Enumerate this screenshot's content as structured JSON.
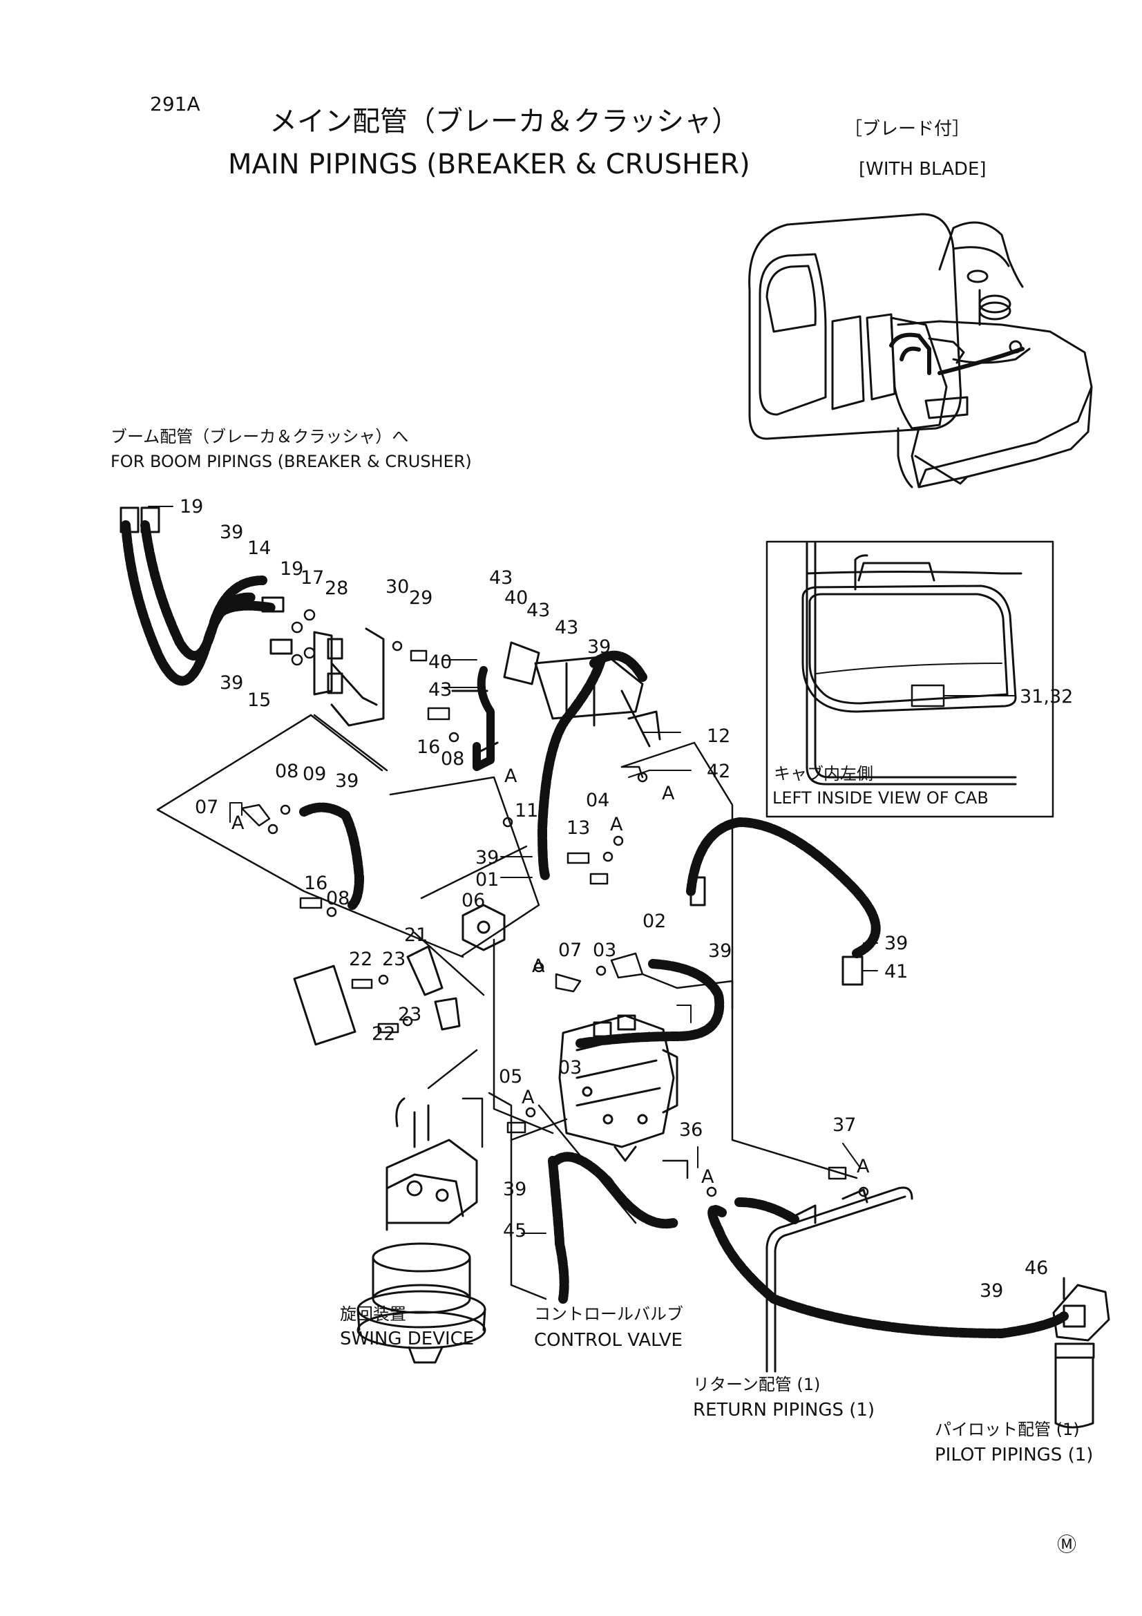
{
  "page": {
    "page_code": "291A",
    "title_jp": "メイン配管（ブレーカ＆クラッシャ）",
    "title_jp_suffix": "［ブレード付］",
    "title_en": "MAIN PIPINGS (BREAKER & CRUSHER)",
    "title_en_suffix": "[WITH BLADE]",
    "mark": "Ⓜ"
  },
  "labels": {
    "boom_jp": "ブーム配管（ブレーカ＆クラッシャ）へ",
    "boom_en": "FOR BOOM PIPINGS (BREAKER & CRUSHER)",
    "inset_jp": "キャブ内左側",
    "inset_en": "LEFT INSIDE VIEW OF CAB",
    "inset_ref": "31,32",
    "swing_jp": "旋回装置",
    "swing_en": "SWING DEVICE",
    "valve_jp": "コントロールバルブ",
    "valve_en": "CONTROL VALVE",
    "return_jp": "リターン配管 (1)",
    "return_en": "RETURN PIPINGS (1)",
    "pilot_jp": "パイロット配管 (1)",
    "pilot_en": "PILOT PIPINGS (1)",
    "connector": "A"
  },
  "callouts": [
    "19",
    "39",
    "14",
    "19",
    "17",
    "28",
    "30",
    "29",
    "39",
    "15",
    "16",
    "08",
    "43",
    "40",
    "43",
    "43",
    "40",
    "43",
    "39",
    "12",
    "42",
    "08",
    "09",
    "39",
    "07",
    "11",
    "04",
    "13",
    "39",
    "01",
    "16",
    "08",
    "06",
    "21",
    "22",
    "23",
    "07",
    "03",
    "02",
    "39",
    "39",
    "41",
    "23",
    "22",
    "05",
    "03",
    "36",
    "37",
    "39",
    "45",
    "39",
    "46"
  ]
}
